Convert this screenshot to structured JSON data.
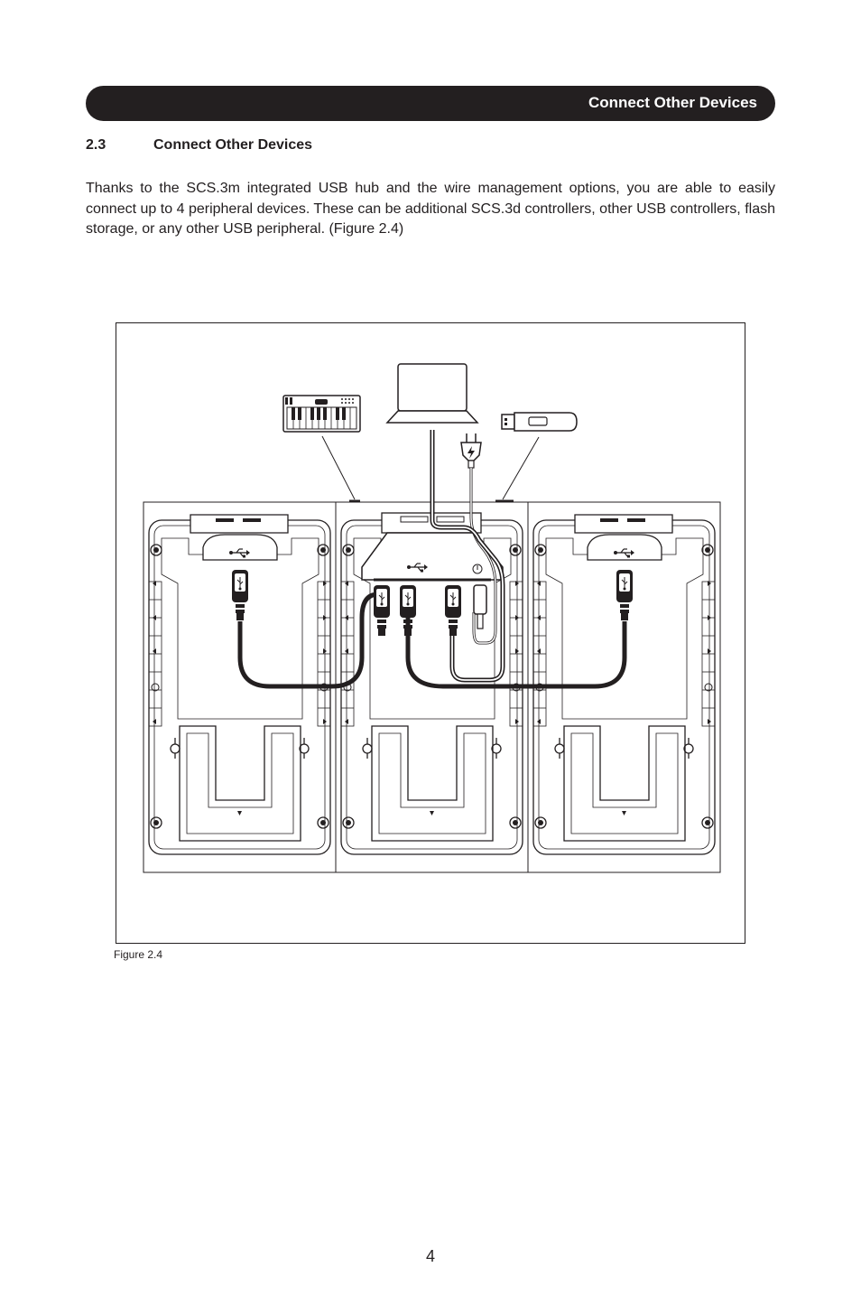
{
  "header": {
    "title": "Connect Other Devices"
  },
  "section": {
    "number": "2.3",
    "title": "Connect Other Devices"
  },
  "body": {
    "paragraph": "Thanks to the SCS.3m integrated USB hub and the wire management options, you are able to easily connect up to 4 peripheral devices. These can be additional SCS.3d controllers, other USB controllers, flash storage, or any other USB peripheral. (Figure 2.4)"
  },
  "figure": {
    "caption": "Figure 2.4",
    "icons": [
      "keyboard-icon",
      "laptop-icon",
      "power-plug-icon",
      "usb-flash-drive-icon",
      "usb-symbol-icon",
      "power-symbol-icon"
    ]
  },
  "footer": {
    "page_number": "4"
  },
  "colors": {
    "ink": "#231f20",
    "paper": "#ffffff"
  }
}
